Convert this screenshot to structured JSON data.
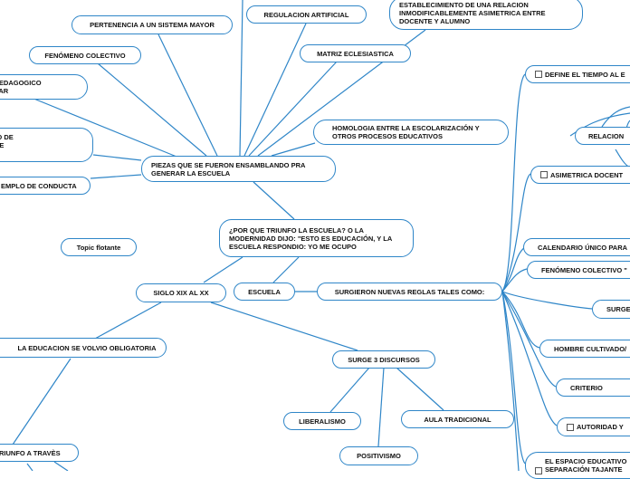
{
  "nodes": {
    "central": "¿POR QUE TRIUNFO LA ESCUELA? O LA MODERNIDAD DIJO: \"ESTO ES EDUCACIÓN, Y LA ESCUELA RESPONDIO: YO ME OCUPO",
    "piezas": "PIEZAS QUE SE FUERON ENSAMBLANDO PRA GENERAR LA ESCUELA",
    "pertenencia": "PERTENENCIA A UN SISTEMA MAYOR",
    "regulacion": "REGULACION ARTIFICIAL",
    "establecimiento": "ESTABLECIMIENTO DE UNA RELACION INMODIFICABLEMENTE ASIMETRICA ENTRE DOCENTE Y ALUMNO",
    "fenomeno": "FENÓMENO COLECTIVO",
    "matriz": "MATRIZ ECLESIASTICA",
    "cuerpo_pedagogico": "PO PEDAGOGICO Y OLAR",
    "homologia": "HOMOLOGIA ENTRE LA ESCOLARIZACIÓN Y OTROS PROCESOS EDUCATIVOS",
    "cuerpo_de": "ERPO DE OS DE ICOS",
    "ejemplo": "EMPLO DE CONDUCTA",
    "topic_flotante": "Topic flotante",
    "siglo": "SIGLO XIX AL XX",
    "escuela": "ESCUELA",
    "surgieron": "SURGIERON NUEVAS REGLAS TALES COMO:",
    "educacion_obligatoria": "LA EDUCACION SE VOLVIO OBLIGATORIA",
    "surge3": "SURGE 3 DISCURSOS",
    "liberalismo": "LIBERALISMO",
    "aula_tradicional": "AULA TRADICIONAL",
    "positivismo": "POSITIVISMO",
    "triunfo": "RIUNFO A TRAVÈS",
    "define_tiempo": "DEFINE EL TIEMPO AL E",
    "relacion": "RELACION",
    "asimetrica": "ASIMETRICA DOCENT",
    "calendario": "CALENDARIO ÚNICO PARA",
    "fenomeno_colectivo_r": "FENÓMENO COLECTIVO \"",
    "surge_r": "SURGE",
    "hombre_cultivado": "HOMBRE CULTIVADO/",
    "criterio": "CRITERIO",
    "autoridad": "AUTORIDAD Y",
    "espacio": "EL ESPACIO EDUCATIVO SEPARACIÓN TAJANTE"
  },
  "colors": {
    "edge": "#2f86c8",
    "border": "#2f86c8",
    "text": "#111111"
  }
}
